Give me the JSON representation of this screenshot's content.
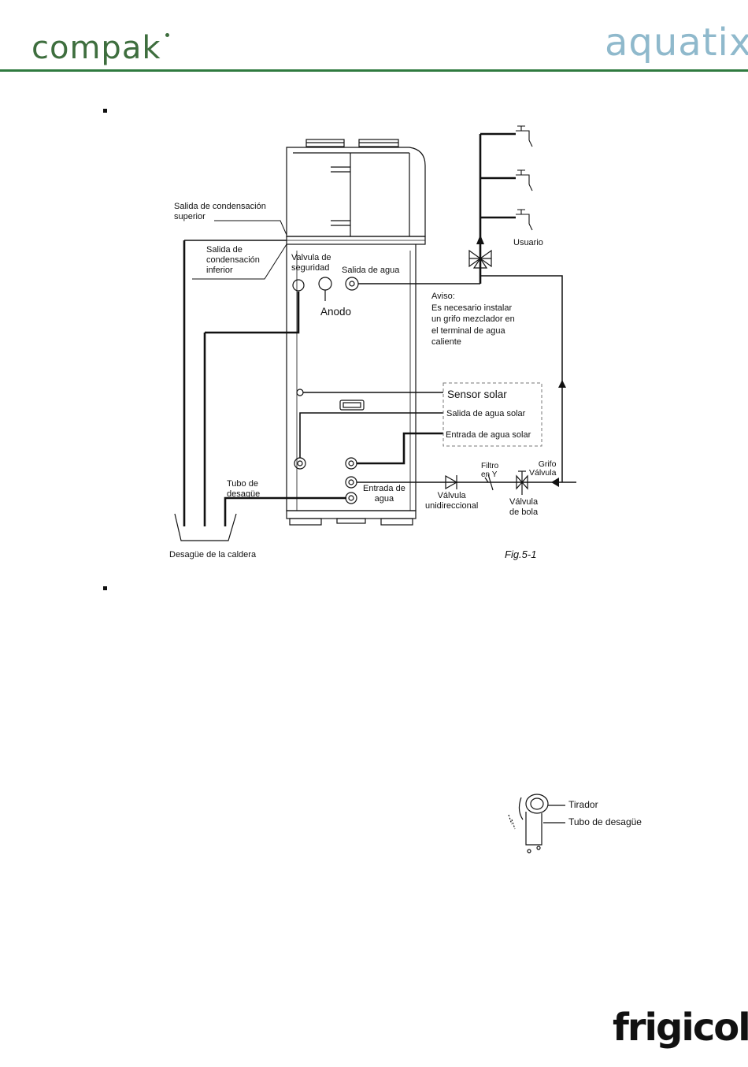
{
  "header": {
    "brand_left": "compak",
    "brand_right": "aquatix"
  },
  "diagram": {
    "labels": {
      "salida_cond_sup": "Salida de condensación\nsuperior",
      "salida_cond_inf": "Salida de\ncondensación\ninferior",
      "valvula_seguridad": "Valvula de\nseguridad",
      "salida_agua": "Salida de agua",
      "anodo": "Anodo",
      "usuario": "Usuario",
      "aviso": "Aviso:\nEs necesario instalar\nun grifo mezclador en\nel terminal de agua\ncaliente",
      "sensor_solar": "Sensor solar",
      "salida_agua_solar": "Salida de agua solar",
      "entrada_agua_solar": "Entrada de agua solar",
      "filtro_y": "Filtro\nen Y",
      "grifo_valvula": "Grifo\nVálvula",
      "tubo_desague": "Tubo de\ndesagüe",
      "entrada_agua": "Entrada de\nagua",
      "valvula_unidireccional": "Válvula\nunidireccional",
      "valvula_bola": "Válvula\nde bola",
      "desague_caldera": "Desagüe de la caldera",
      "fig_caption": "Fig.5-1"
    }
  },
  "detail": {
    "tirador": "Tirador",
    "tubo_desague": "Tubo de desagüe"
  },
  "footer": {
    "brand": "frigicoll"
  }
}
